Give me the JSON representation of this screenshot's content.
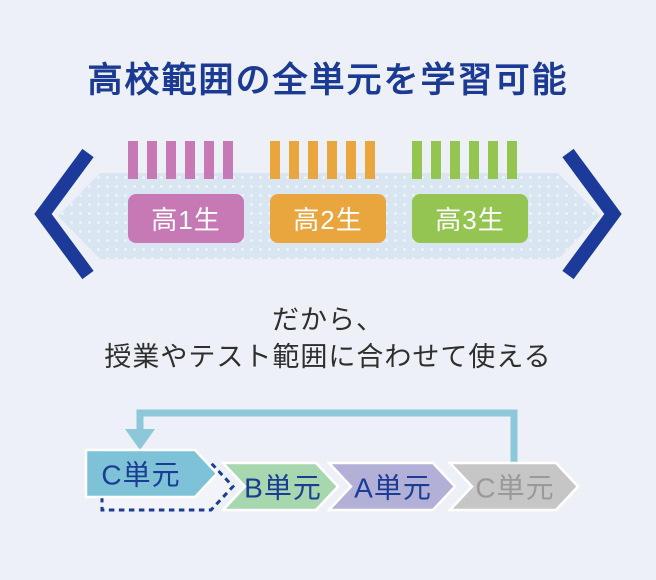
{
  "title": "高校範囲の全単元を学習可能",
  "caption": {
    "line1": "だから、",
    "line2": "授業やテスト範囲に合わせて使える"
  },
  "timeline": {
    "grades": [
      {
        "label": "高1生",
        "color": "#c679b5",
        "bar_count": 6
      },
      {
        "label": "高2生",
        "color": "#e9a53e",
        "bar_count": 6
      },
      {
        "label": "高3生",
        "color": "#95c551",
        "bar_count": 6
      }
    ]
  },
  "flow": {
    "moved_unit": {
      "label": "C単元",
      "color": "#7ec2d7",
      "text_color": "#1b3c94"
    },
    "ghost_outline_color": "#1b3c94",
    "arrow_color": "#8cc7da",
    "units": [
      {
        "label": "B単元",
        "color": "#a6d7ae",
        "text_color": "#1b3c94"
      },
      {
        "label": "A単元",
        "color": "#b2b0d7",
        "text_color": "#1b3c94"
      },
      {
        "label": "C単元",
        "color": "#c7c6c6",
        "text_color": "#9a999a"
      }
    ]
  },
  "icons": {
    "left": "chevron-left-icon",
    "right": "chevron-right-icon",
    "loop": "loop-arrow-icon"
  },
  "colors": {
    "background": "#edf0f6",
    "navy": "#1b3a9a",
    "band": "#d9e6f2",
    "body_text": "#2e2e2e"
  }
}
